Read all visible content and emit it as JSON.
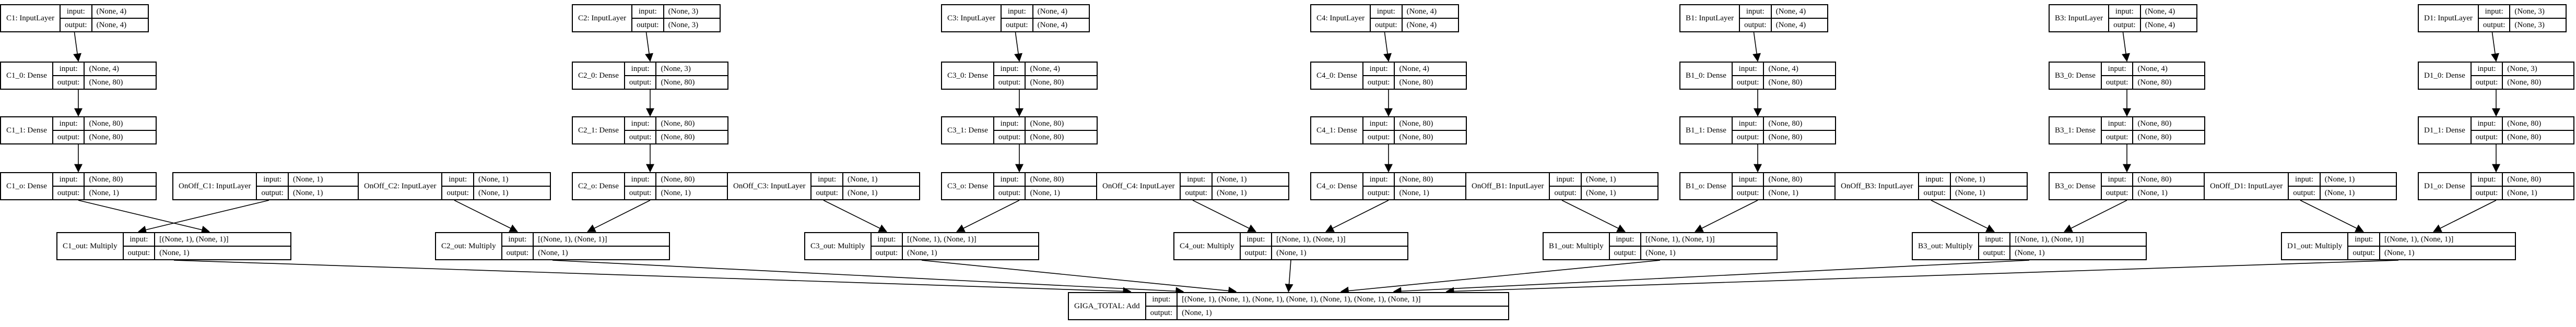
{
  "diagram": {
    "io_labels": {
      "input": "input:",
      "output": "output:"
    },
    "nodes": [
      {
        "id": "C1",
        "name": "C1: InputLayer",
        "input": "(None, 4)",
        "output": "(None, 4)"
      },
      {
        "id": "C1_0",
        "name": "C1_0: Dense",
        "input": "(None, 4)",
        "output": "(None, 80)"
      },
      {
        "id": "C1_1",
        "name": "C1_1: Dense",
        "input": "(None, 80)",
        "output": "(None, 80)"
      },
      {
        "id": "C1_o",
        "name": "C1_o: Dense",
        "input": "(None, 80)",
        "output": "(None, 1)"
      },
      {
        "id": "OnOff_C1",
        "name": "OnOff_C1: InputLayer",
        "input": "(None, 1)",
        "output": "(None, 1)"
      },
      {
        "id": "C1_out",
        "name": "C1_out: Multiply",
        "input": "[(None, 1), (None, 1)]",
        "output": "(None, 1)"
      },
      {
        "id": "C2",
        "name": "C2: InputLayer",
        "input": "(None, 3)",
        "output": "(None, 3)"
      },
      {
        "id": "C2_0",
        "name": "C2_0: Dense",
        "input": "(None, 3)",
        "output": "(None, 80)"
      },
      {
        "id": "C2_1",
        "name": "C2_1: Dense",
        "input": "(None, 80)",
        "output": "(None, 80)"
      },
      {
        "id": "C2_o",
        "name": "C2_o: Dense",
        "input": "(None, 80)",
        "output": "(None, 1)"
      },
      {
        "id": "OnOff_C2",
        "name": "OnOff_C2: InputLayer",
        "input": "(None, 1)",
        "output": "(None, 1)"
      },
      {
        "id": "C2_out",
        "name": "C2_out: Multiply",
        "input": "[(None, 1), (None, 1)]",
        "output": "(None, 1)"
      },
      {
        "id": "C3",
        "name": "C3: InputLayer",
        "input": "(None, 4)",
        "output": "(None, 4)"
      },
      {
        "id": "C3_0",
        "name": "C3_0: Dense",
        "input": "(None, 4)",
        "output": "(None, 80)"
      },
      {
        "id": "C3_1",
        "name": "C3_1: Dense",
        "input": "(None, 80)",
        "output": "(None, 80)"
      },
      {
        "id": "C3_o",
        "name": "C3_o: Dense",
        "input": "(None, 80)",
        "output": "(None, 1)"
      },
      {
        "id": "OnOff_C3",
        "name": "OnOff_C3: InputLayer",
        "input": "(None, 1)",
        "output": "(None, 1)"
      },
      {
        "id": "C3_out",
        "name": "C3_out: Multiply",
        "input": "[(None, 1), (None, 1)]",
        "output": "(None, 1)"
      },
      {
        "id": "C4",
        "name": "C4: InputLayer",
        "input": "(None, 4)",
        "output": "(None, 4)"
      },
      {
        "id": "C4_0",
        "name": "C4_0: Dense",
        "input": "(None, 4)",
        "output": "(None, 80)"
      },
      {
        "id": "C4_1",
        "name": "C4_1: Dense",
        "input": "(None, 80)",
        "output": "(None, 80)"
      },
      {
        "id": "C4_o",
        "name": "C4_o: Dense",
        "input": "(None, 80)",
        "output": "(None, 1)"
      },
      {
        "id": "OnOff_C4",
        "name": "OnOff_C4: InputLayer",
        "input": "(None, 1)",
        "output": "(None, 1)"
      },
      {
        "id": "C4_out",
        "name": "C4_out: Multiply",
        "input": "[(None, 1), (None, 1)]",
        "output": "(None, 1)"
      },
      {
        "id": "B1",
        "name": "B1: InputLayer",
        "input": "(None, 4)",
        "output": "(None, 4)"
      },
      {
        "id": "B1_0",
        "name": "B1_0: Dense",
        "input": "(None, 4)",
        "output": "(None, 80)"
      },
      {
        "id": "B1_1",
        "name": "B1_1: Dense",
        "input": "(None, 80)",
        "output": "(None, 80)"
      },
      {
        "id": "B1_o",
        "name": "B1_o: Dense",
        "input": "(None, 80)",
        "output": "(None, 1)"
      },
      {
        "id": "OnOff_B1",
        "name": "OnOff_B1: InputLayer",
        "input": "(None, 1)",
        "output": "(None, 1)"
      },
      {
        "id": "B1_out",
        "name": "B1_out: Multiply",
        "input": "[(None, 1), (None, 1)]",
        "output": "(None, 1)"
      },
      {
        "id": "B3",
        "name": "B3: InputLayer",
        "input": "(None, 4)",
        "output": "(None, 4)"
      },
      {
        "id": "B3_0",
        "name": "B3_0: Dense",
        "input": "(None, 4)",
        "output": "(None, 80)"
      },
      {
        "id": "B3_1",
        "name": "B3_1: Dense",
        "input": "(None, 80)",
        "output": "(None, 80)"
      },
      {
        "id": "B3_o",
        "name": "B3_o: Dense",
        "input": "(None, 80)",
        "output": "(None, 1)"
      },
      {
        "id": "OnOff_B3",
        "name": "OnOff_B3: InputLayer",
        "input": "(None, 1)",
        "output": "(None, 1)"
      },
      {
        "id": "B3_out",
        "name": "B3_out: Multiply",
        "input": "[(None, 1), (None, 1)]",
        "output": "(None, 1)"
      },
      {
        "id": "D1",
        "name": "D1: InputLayer",
        "input": "(None, 3)",
        "output": "(None, 3)"
      },
      {
        "id": "D1_0",
        "name": "D1_0: Dense",
        "input": "(None, 3)",
        "output": "(None, 80)"
      },
      {
        "id": "D1_1",
        "name": "D1_1: Dense",
        "input": "(None, 80)",
        "output": "(None, 80)"
      },
      {
        "id": "D1_o",
        "name": "D1_o: Dense",
        "input": "(None, 80)",
        "output": "(None, 1)"
      },
      {
        "id": "OnOff_D1",
        "name": "OnOff_D1: InputLayer",
        "input": "(None, 1)",
        "output": "(None, 1)"
      },
      {
        "id": "D1_out",
        "name": "D1_out: Multiply",
        "input": "[(None, 1), (None, 1)]",
        "output": "(None, 1)"
      },
      {
        "id": "GIGA_TOTAL",
        "name": "GIGA_TOTAL: Add",
        "input": "[(None, 1), (None, 1), (None, 1), (None, 1), (None, 1), (None, 1), (None, 1)]",
        "output": "(None, 1)"
      }
    ],
    "edges": [
      [
        "C1",
        "C1_0"
      ],
      [
        "C1_0",
        "C1_1"
      ],
      [
        "C1_1",
        "C1_o"
      ],
      [
        "C1_o",
        "C1_out"
      ],
      [
        "OnOff_C1",
        "C1_out"
      ],
      [
        "C2",
        "C2_0"
      ],
      [
        "C2_0",
        "C2_1"
      ],
      [
        "C2_1",
        "C2_o"
      ],
      [
        "C2_o",
        "C2_out"
      ],
      [
        "OnOff_C2",
        "C2_out"
      ],
      [
        "C3",
        "C3_0"
      ],
      [
        "C3_0",
        "C3_1"
      ],
      [
        "C3_1",
        "C3_o"
      ],
      [
        "C3_o",
        "C3_out"
      ],
      [
        "OnOff_C3",
        "C3_out"
      ],
      [
        "C4",
        "C4_0"
      ],
      [
        "C4_0",
        "C4_1"
      ],
      [
        "C4_1",
        "C4_o"
      ],
      [
        "C4_o",
        "C4_out"
      ],
      [
        "OnOff_C4",
        "C4_out"
      ],
      [
        "B1",
        "B1_0"
      ],
      [
        "B1_0",
        "B1_1"
      ],
      [
        "B1_1",
        "B1_o"
      ],
      [
        "B1_o",
        "B1_out"
      ],
      [
        "OnOff_B1",
        "B1_out"
      ],
      [
        "B3",
        "B3_0"
      ],
      [
        "B3_0",
        "B3_1"
      ],
      [
        "B3_1",
        "B3_o"
      ],
      [
        "B3_o",
        "B3_out"
      ],
      [
        "OnOff_B3",
        "B3_out"
      ],
      [
        "D1",
        "D1_0"
      ],
      [
        "D1_0",
        "D1_1"
      ],
      [
        "D1_1",
        "D1_o"
      ],
      [
        "D1_o",
        "D1_out"
      ],
      [
        "OnOff_D1",
        "D1_out"
      ],
      [
        "C1_out",
        "GIGA_TOTAL"
      ],
      [
        "C2_out",
        "GIGA_TOTAL"
      ],
      [
        "C3_out",
        "GIGA_TOTAL"
      ],
      [
        "C4_out",
        "GIGA_TOTAL"
      ],
      [
        "B1_out",
        "GIGA_TOTAL"
      ],
      [
        "B3_out",
        "GIGA_TOTAL"
      ],
      [
        "D1_out",
        "GIGA_TOTAL"
      ]
    ],
    "colors": {
      "stroke": "#000000",
      "background": "#ffffff"
    }
  }
}
